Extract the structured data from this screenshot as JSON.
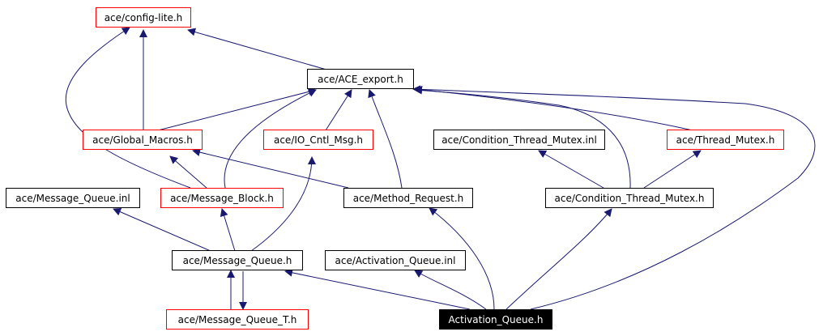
{
  "diagram": {
    "nodes": {
      "config_lite": "ace/config-lite.h",
      "ace_export": "ace/ACE_export.h",
      "global_macros": "ace/Global_Macros.h",
      "io_cntl_msg": "ace/IO_Cntl_Msg.h",
      "cond_mutex_inl": "ace/Condition_Thread_Mutex.inl",
      "thread_mutex": "ace/Thread_Mutex.h",
      "msg_queue_inl": "ace/Message_Queue.inl",
      "msg_block": "ace/Message_Block.h",
      "method_request": "ace/Method_Request.h",
      "cond_mutex_h": "ace/Condition_Thread_Mutex.h",
      "msg_queue_h": "ace/Message_Queue.h",
      "activation_inl": "ace/Activation_Queue.inl",
      "msg_queue_t": "ace/Message_Queue_T.h",
      "activation_h": "Activation_Queue.h"
    },
    "colors": {
      "edge": "#191970",
      "node_border": "#000000",
      "node_border_linked": "#ff0000",
      "focus_fill": "#000000",
      "focus_text": "#ffffff"
    }
  }
}
